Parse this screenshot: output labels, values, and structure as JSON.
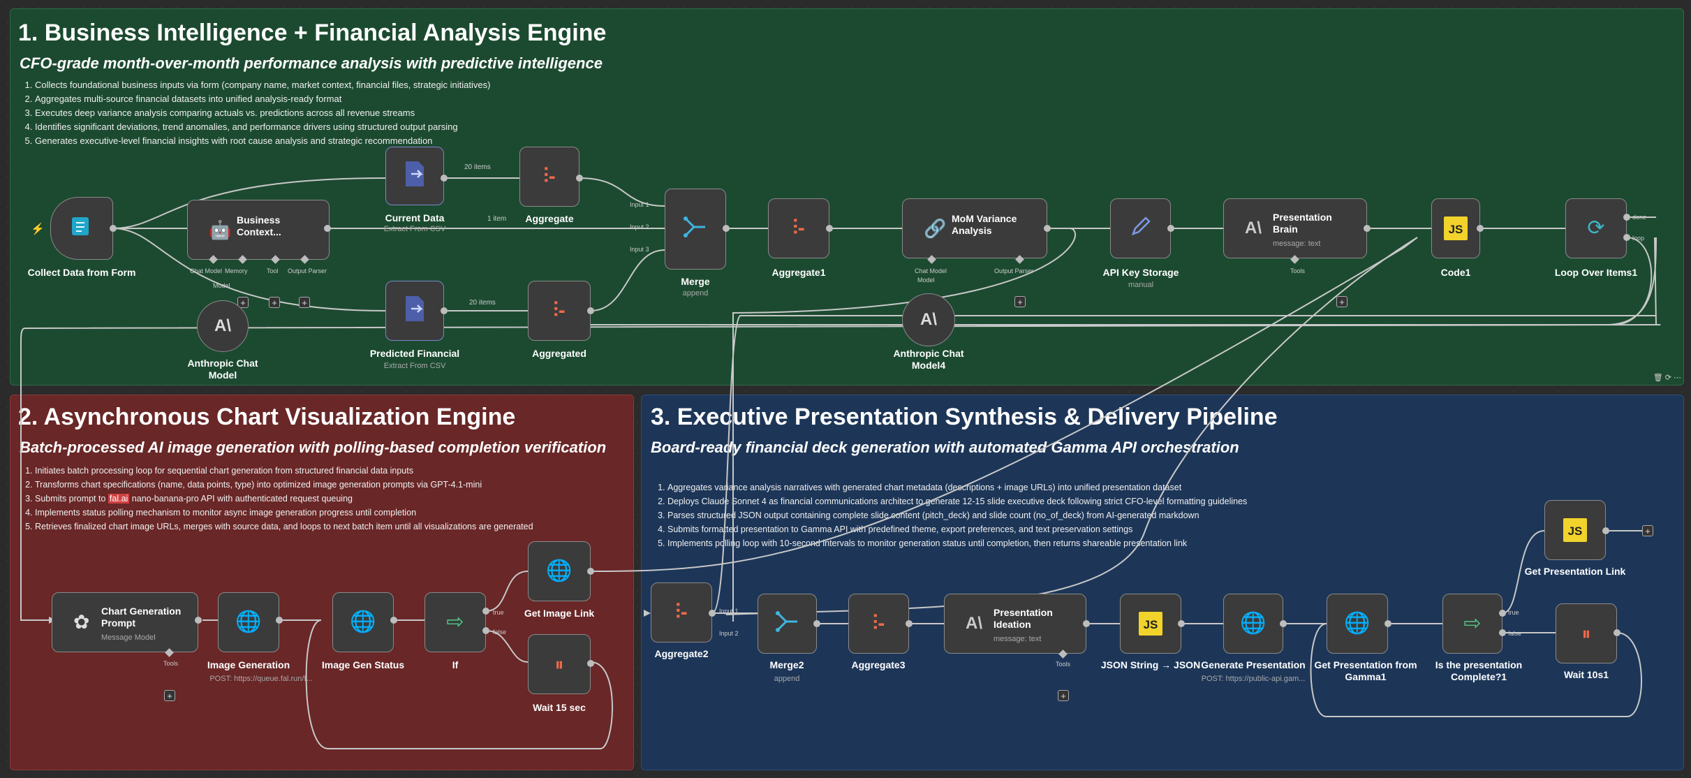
{
  "colors": {
    "section1": "#1c4a30",
    "section2": "#692727",
    "section3": "#1d3658",
    "node_bg": "#3b3b3b",
    "aggregate_icon": "#ee6a4a",
    "http_icon": "#9ab0ff",
    "js_icon": "#f2d32b"
  },
  "section1": {
    "title": "1. Business Intelligence + Financial Analysis Engine",
    "subtitle": "CFO-grade month-over-month performance analysis with predictive intelligence",
    "items": [
      "Collects foundational business inputs via form (company name, market context, financial files, strategic initiatives)",
      "Aggregates multi-source financial datasets into unified analysis-ready format",
      "Executes deep variance analysis comparing actuals vs. predictions across all revenue streams",
      "Identifies significant deviations, trend anomalies, and performance drivers using structured output parsing",
      "Generates executive-level financial insights with root cause analysis and strategic recommendation"
    ]
  },
  "section2": {
    "title": "2. Asynchronous Chart Visualization Engine",
    "subtitle": "Batch-processed AI image generation with polling-based completion verification",
    "items": [
      "Initiates batch processing loop for sequential chart generation from structured financial data inputs",
      "Transforms chart specifications (name, data points, type) into optimized image generation prompts via GPT-4.1-mini",
      "Implements status polling mechanism to monitor async image generation progress until completion",
      "Retrieves finalized chart image URLs, merges with source data, and loops to next batch item until all visualizations are generated"
    ],
    "item3_pre": "Submits prompt to ",
    "item3_hl": "fal.ai",
    "item3_post": " nano-banana-pro API with authenticated request queuing"
  },
  "section3": {
    "title": "3. Executive Presentation Synthesis & Delivery Pipeline",
    "subtitle": "Board-ready financial deck generation with automated Gamma API orchestration",
    "items": [
      "Aggregates variance analysis narratives with generated chart metadata (descriptions + image URLs) into unified presentation dataset",
      "Deploys Claude Sonnet 4 as financial communications architect to generate 12-15 slide executive deck following strict CFO-level formatting guidelines",
      "Parses structured JSON output containing complete slide content (pitch_deck) and slide count (no_of_deck) from AI-generated markdown",
      "Submits formatted presentation to Gamma API with predefined theme, export preferences, and text preservation settings",
      "Implements polling loop with 10-second intervals to monitor generation status until completion, then returns shareable presentation link"
    ]
  },
  "nodes": {
    "collect": {
      "label": "Collect Data from Form"
    },
    "business": {
      "title1": "Business",
      "title2": "Context...",
      "ports": [
        "Chat Model",
        "Memory",
        "Tool",
        "Output Parser"
      ],
      "model_port": "Model"
    },
    "current": {
      "label": "Current Data",
      "sub": "Extract From CSV"
    },
    "aggregate": {
      "label": "Aggregate"
    },
    "predicted": {
      "label": "Predicted Financial",
      "sub": "Extract From CSV"
    },
    "aggregated": {
      "label": "Aggregated"
    },
    "anthropic1": {
      "label1": "Anthropic Chat",
      "label2": "Model"
    },
    "merge": {
      "label": "Merge",
      "sub": "append",
      "in1": "Input 1",
      "in2": "Input 2",
      "in3": "Input 3"
    },
    "aggregate1": {
      "label": "Aggregate1"
    },
    "variance": {
      "title1": "MoM Variance",
      "title2": "Analysis",
      "ports": [
        "Chat Model",
        "Output Parser"
      ],
      "model_port": "Model"
    },
    "anthropic4": {
      "label1": "Anthropic Chat",
      "label2": "Model4"
    },
    "apikey": {
      "label": "API Key Storage",
      "sub": "manual"
    },
    "brain": {
      "title1": "Presentation",
      "title2": "Brain",
      "sub": "message: text",
      "tools": "Tools"
    },
    "code1": {
      "label": "Code1"
    },
    "loop": {
      "label": "Loop Over Items1",
      "out1": "done",
      "out2": "loop"
    },
    "chartprompt": {
      "title1": "Chart Generation",
      "title2": "Prompt",
      "sub": "Message Model",
      "tools": "Tools"
    },
    "imagegen": {
      "label": "Image Generation",
      "sub": "POST: https://queue.fal.run/f..."
    },
    "imagestatus": {
      "label": "Image Gen Status"
    },
    "if": {
      "label": "If",
      "t": "true",
      "f": "false"
    },
    "getimage": {
      "label": "Get Image Link"
    },
    "wait15": {
      "label": "Wait 15 sec"
    },
    "aggregate2": {
      "label": "Aggregate2"
    },
    "merge2": {
      "label": "Merge2",
      "sub": "append",
      "in1": "Input 1",
      "in2": "Input 2"
    },
    "aggregate3": {
      "label": "Aggregate3"
    },
    "ideation": {
      "title1": "Presentation",
      "title2": "Ideation",
      "sub": "message: text",
      "tools": "Tools"
    },
    "jsonstring": {
      "label": "JSON String → JSON"
    },
    "genpres": {
      "label": "Generate Presentation",
      "sub": "POST: https://public-api.gam..."
    },
    "getpres": {
      "label1": "Get Presentation from",
      "label2": "Gamma1"
    },
    "complete": {
      "label1": "Is the presentation",
      "label2": "Complete?1",
      "t": "true",
      "f": "false"
    },
    "wait10": {
      "label": "Wait 10s1"
    },
    "getlink": {
      "label": "Get Presentation Link"
    }
  },
  "edges": {
    "e20a": "20 items",
    "e1": "1 item",
    "e20b": "20 items"
  }
}
